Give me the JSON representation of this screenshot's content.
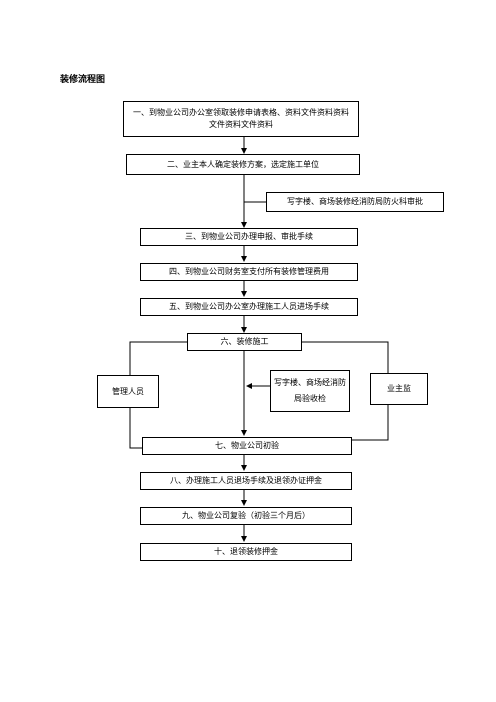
{
  "title": "装修流程图",
  "steps": [
    {
      "label": "一、到物业公司办公室领取装修申请表格、资料文件资料资料文件资料文件资料"
    },
    {
      "label": "二、业主本人确定装修方案，选定施工单位"
    },
    {
      "label": "三、到物业公司办理申报、审批手续"
    },
    {
      "label": "四、到物业公司财务室支付所有装修管理费用"
    },
    {
      "label": "五、到物业公司办公室办理施工人员进场手续"
    },
    {
      "label": "六、装修施工"
    },
    {
      "label": "七、物业公司初验"
    },
    {
      "label": "八、办理施工人员退场手续及退领办证押金"
    },
    {
      "label": "九、物业公司复验（初验三个月后）"
    },
    {
      "label": "十、退领装修押金"
    }
  ],
  "side_notes": {
    "fire_approval": "写字楼、商场装修经消防局防火科审批",
    "fire_acceptance": "写字楼、商场经消防局验收检",
    "manager": "管理人员",
    "owner_supervision": "业主监"
  }
}
